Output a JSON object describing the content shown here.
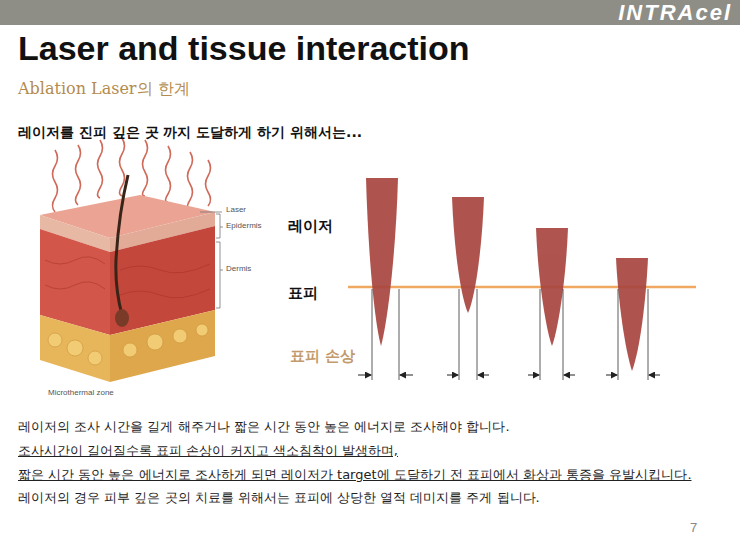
{
  "diagram": {
    "title": "Laser and tissue interaction",
    "labels": [
      "INTRAcel",
      "Ablation Laser의 한계",
      "레이저를 진피 깊은 곳 까지 도달하게 하기 위해서는...",
      "Laser",
      "Epidermis",
      "Dermis",
      "Microthermal zone",
      "레이저",
      "표피",
      "표피 손상",
      "레이저의 조사 시간을 길게 해주거나 짧은 시간 동안 높은 에너지로 조사해야 합니다.",
      "조사시간이 길어질수록 표피 손상이 커지고 색소침착이 발생하며,",
      "짧은 시간 동안 높은 에너지로 조사하게 되면 레이저가 target에 도달하기 전 표피에서 화상과 통증을 유발시킵니다.",
      "레이저의 경우 피부 깊은 곳의 치료를 위해서는 표피에 상당한 열적 데미지를 주게 됩니다.",
      "7"
    ]
  }
}
